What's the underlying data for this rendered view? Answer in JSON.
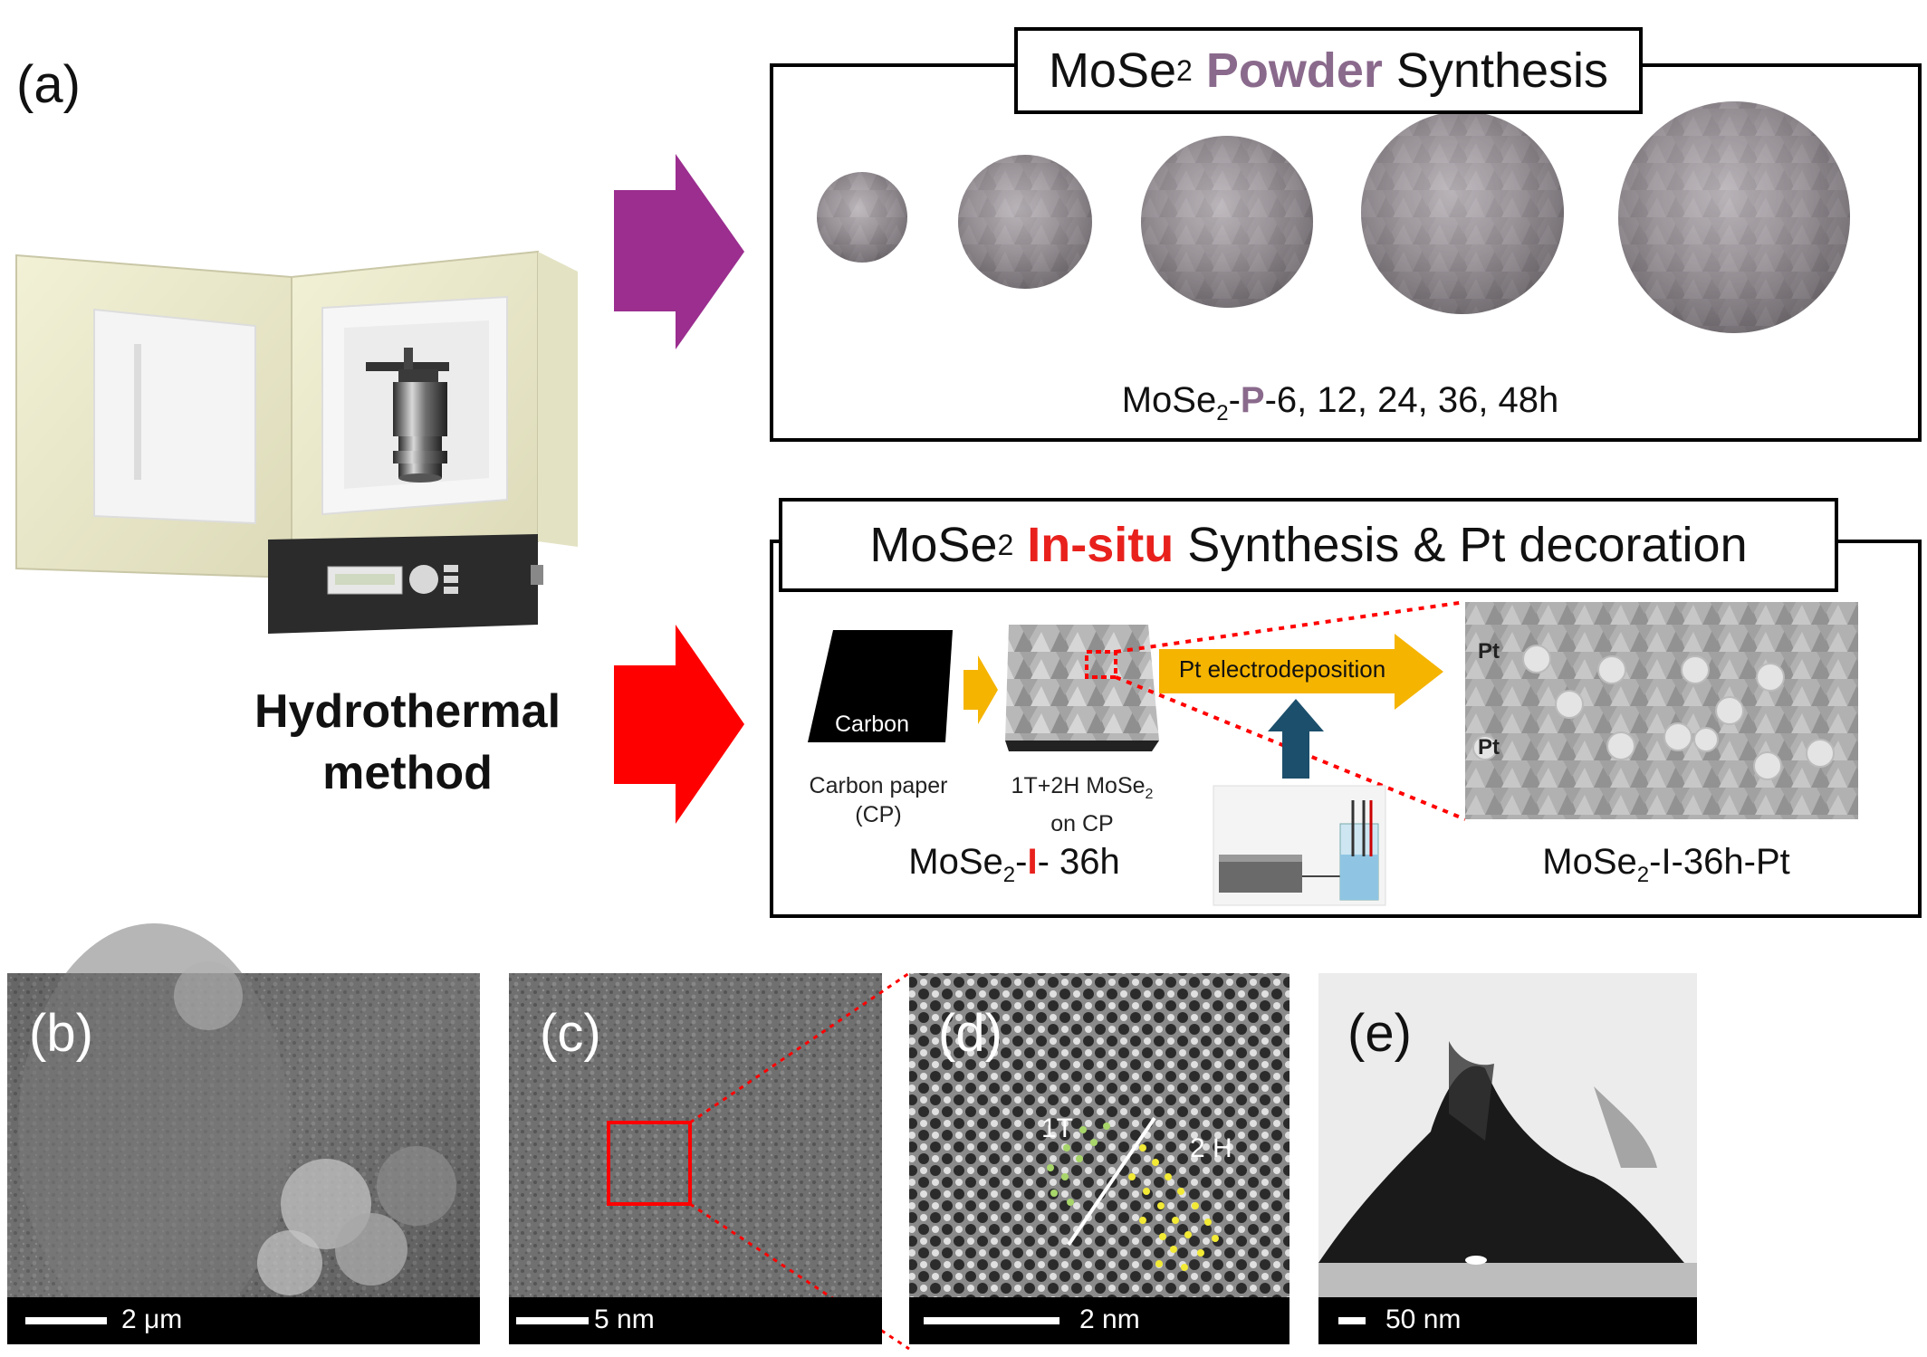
{
  "panel_labels": {
    "a": "(a)",
    "b": "(b)",
    "c": "(c)",
    "d": "(d)",
    "e": "(e)"
  },
  "method": {
    "line1": "Hydrothermal",
    "line2": "method"
  },
  "powder": {
    "title_prefix": "MoSe",
    "title_sub": "2",
    "title_highlight": "Powder",
    "title_suffix": "Synthesis",
    "caption_prefix": "MoSe",
    "caption_sub": "2",
    "caption_dash": "-",
    "caption_highlight": "P",
    "caption_suffix": "-6, 12, 24, 36, 48h"
  },
  "insitu": {
    "title_prefix": "MoSe",
    "title_sub": "2",
    "title_highlight": "In-situ",
    "title_suffix": "Synthesis & Pt decoration",
    "carbon_paper_on_sheet": "Carbon paper",
    "carbon_paper_label_1": "Carbon paper",
    "carbon_paper_label_2": "(CP)",
    "mose2_label_1": "1T+2H MoSe",
    "mose2_label_1_sub": "2",
    "mose2_label_2": "on CP",
    "electrodeposition": "Pt electrodeposition",
    "pt_label": "Pt",
    "sample1_prefix": "MoSe",
    "sample1_sub": "2",
    "sample1_dash": "-",
    "sample1_highlight": "I",
    "sample1_suffix": "- 36h",
    "sample2_prefix": "MoSe",
    "sample2_sub": "2",
    "sample2_suffix": "-I-36h-Pt"
  },
  "lattice_labels": {
    "t1": "1T",
    "h2": "2 H"
  },
  "scale_bars": {
    "b": "2 μm",
    "c": "5 nm",
    "d": "2 nm",
    "e": "50 nm"
  },
  "colors": {
    "purple_arrow": "#9b2e8f",
    "red_arrow": "#ff0000",
    "powder_highlight": "#8a6a8c",
    "insitu_highlight": "#e8211d",
    "yellow_arrow": "#f5b400",
    "blue_arrow": "#1c4f6b"
  }
}
